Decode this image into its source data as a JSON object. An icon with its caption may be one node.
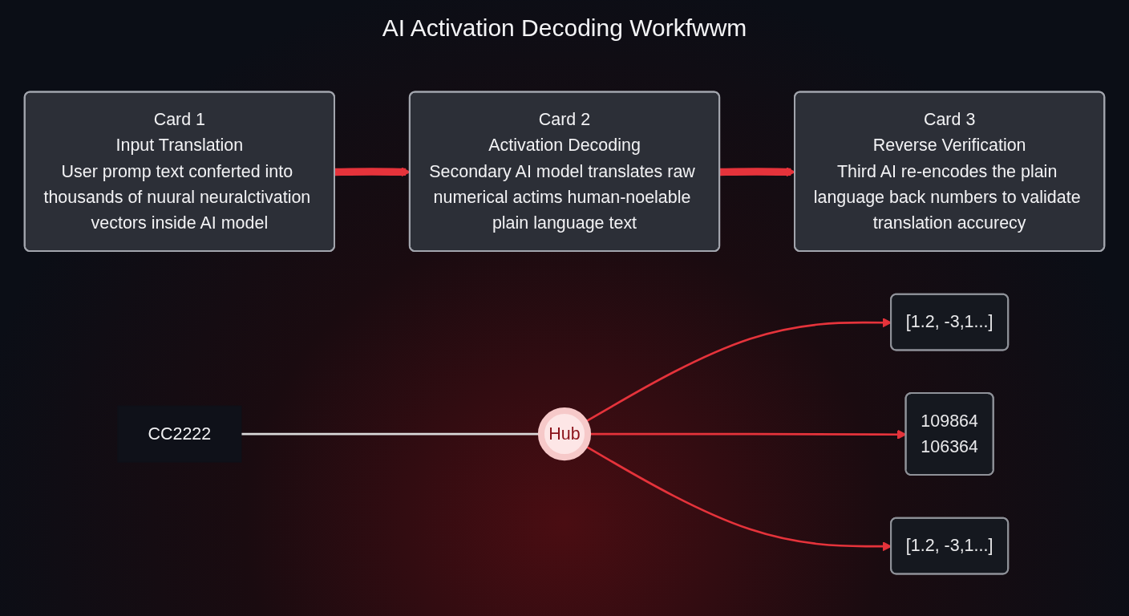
{
  "diagram": {
    "title": "AI Activation Decoding Workfwwm",
    "nodes": [
      {
        "text": [
          "Card 1",
          "Input Translation",
          "User promp text conferted into thousands of nuural neuralctivation vectors inside AI model"
        ]
      },
      {
        "text": [
          "Card 2",
          "Activation Decoding",
          "Secondary AI model translates raw numerical actims human-noelable plain language text"
        ]
      },
      {
        "text": [
          "Card 3",
          "Reverse Verification",
          "Third AI re-encodes the plain language back numbers to validate translation accurecy"
        ]
      },
      {
        "text": [
          "[1.2, -3,1...]"
        ]
      },
      {
        "text": [
          "109864",
          "106364"
        ]
      },
      {
        "text": [
          "[1.2, -3,1...]"
        ]
      },
      {
        "text": [
          "Hub"
        ]
      },
      {
        "text": [
          "CC2222"
        ]
      }
    ],
    "edges": [
      {
        "from": 0,
        "to": 1,
        "arrow": "to",
        "style": "thick"
      },
      {
        "from": 1,
        "to": 2,
        "arrow": "to",
        "style": "thick"
      },
      {
        "from": 6,
        "to": 3,
        "arrow": "to"
      },
      {
        "from": 6,
        "to": 4,
        "arrow": "to"
      },
      {
        "from": 6,
        "to": 5,
        "arrow": "to"
      },
      {
        "from": 7,
        "to": 6,
        "arrow": "none",
        "color": "#d9d9d9"
      }
    ]
  }
}
